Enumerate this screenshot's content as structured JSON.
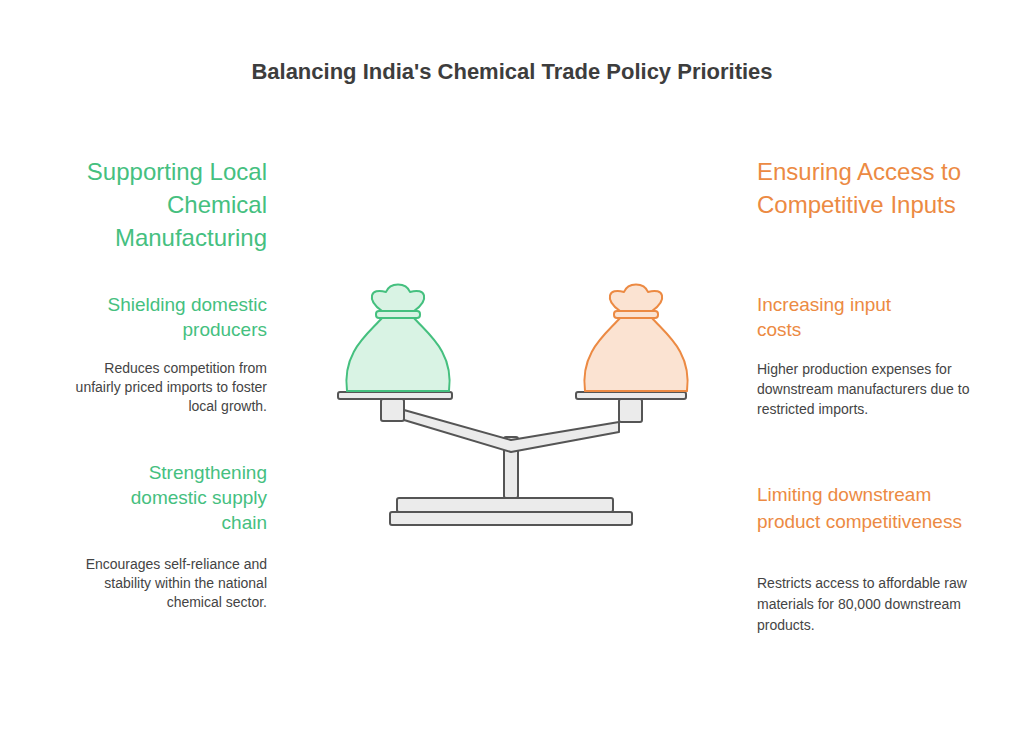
{
  "diagram": {
    "title": "Balancing India's Chemical Trade Policy Priorities",
    "labels": [
      "Supporting Local Chemical Manufacturing",
      "Shielding domestic producers",
      "Reduces competition from unfairly priced imports to foster local growth.",
      "Strengthening domestic supply chain",
      "Encourages self-reliance and stability within the national chemical sector.",
      "Ensuring Access to Competitive Inputs",
      "Increasing input costs",
      "Higher production expenses for downstream manufacturers due to restricted imports.",
      "Limiting downstream product competitiveness",
      "Restricts access to affordable raw materials for 80,000 downstream products."
    ]
  }
}
